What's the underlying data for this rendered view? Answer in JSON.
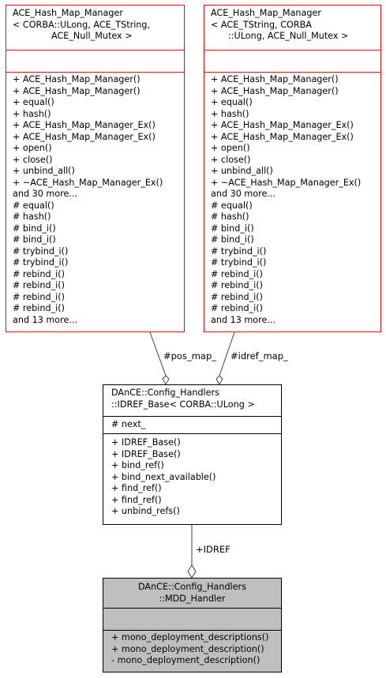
{
  "classes": {
    "left": {
      "title": [
        "ACE_Hash_Map_Manager",
        "< CORBA::ULong, ACE_TString,",
        "ACE_Null_Mutex >"
      ],
      "attributes": [],
      "methods": [
        "+ ACE_Hash_Map_Manager()",
        "+ ACE_Hash_Map_Manager()",
        "+ equal()",
        "+ hash()",
        "+ ACE_Hash_Map_Manager_Ex()",
        "+ ACE_Hash_Map_Manager_Ex()",
        "+ open()",
        "+ close()",
        "+ unbind_all()",
        "+ ~ACE_Hash_Map_Manager_Ex()",
        "and 30 more...",
        "# equal()",
        "# hash()",
        "# bind_i()",
        "# bind_i()",
        "# trybind_i()",
        "# trybind_i()",
        "# rebind_i()",
        "# rebind_i()",
        "# rebind_i()",
        "# rebind_i()",
        "and 13 more..."
      ]
    },
    "right": {
      "title": [
        "ACE_Hash_Map_Manager",
        "< ACE_TString, CORBA",
        "::ULong, ACE_Null_Mutex >"
      ],
      "attributes": [],
      "methods": [
        "+ ACE_Hash_Map_Manager()",
        "+ ACE_Hash_Map_Manager()",
        "+ equal()",
        "+ hash()",
        "+ ACE_Hash_Map_Manager_Ex()",
        "+ ACE_Hash_Map_Manager_Ex()",
        "+ open()",
        "+ close()",
        "+ unbind_all()",
        "+ ~ACE_Hash_Map_Manager_Ex()",
        "and 30 more...",
        "# equal()",
        "# hash()",
        "# bind_i()",
        "# bind_i()",
        "# trybind_i()",
        "# trybind_i()",
        "# rebind_i()",
        "# rebind_i()",
        "# rebind_i()",
        "# rebind_i()",
        "and 13 more..."
      ]
    },
    "middle": {
      "title": [
        "DAnCE::Config_Handlers",
        "::IDREF_Base< CORBA::ULong >"
      ],
      "attributes": [
        "# next_"
      ],
      "methods": [
        "+ IDREF_Base()",
        "+ IDREF_Base()",
        "+ bind_ref()",
        "+ bind_next_available()",
        "+ find_ref()",
        "+ find_ref()",
        "+ unbind_refs()"
      ]
    },
    "bottom": {
      "title": [
        "DAnCE::Config_Handlers",
        "::MDD_Handler"
      ],
      "attributes": [],
      "methods": [
        "+ mono_deployment_descriptions()",
        "+ mono_deployment_description()",
        "- mono_deployment_description()"
      ]
    }
  },
  "edges": {
    "pos_map": "#pos_map_",
    "idref_map": "#idref_map_",
    "idref": "+IDREF"
  },
  "colors": {
    "template_border": "#ff0000",
    "class_border": "#000000",
    "focus_fill": "#bfbfbf"
  }
}
